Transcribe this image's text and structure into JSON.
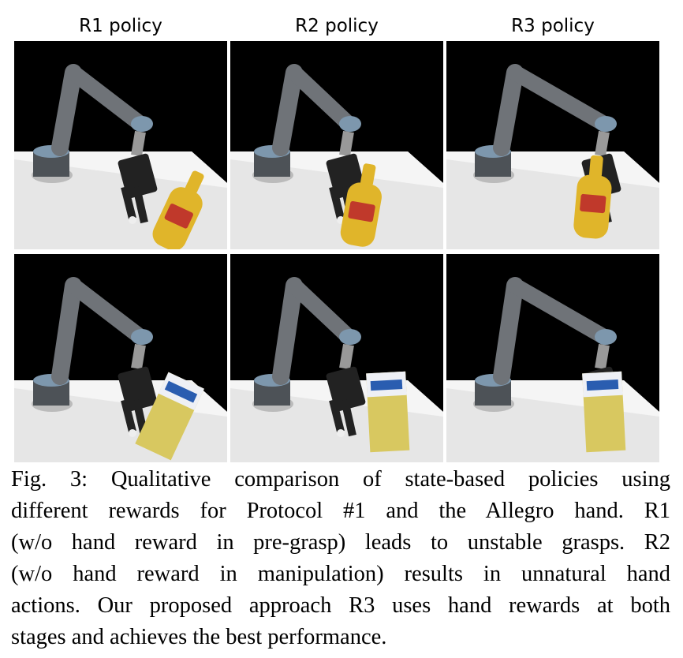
{
  "column_titles": [
    "R1 policy",
    "R2 policy",
    "R3 policy"
  ],
  "panels": [
    {
      "row": 0,
      "col": 0,
      "policy": "R1",
      "object_icon": "mustard-bottle-icon"
    },
    {
      "row": 0,
      "col": 1,
      "policy": "R2",
      "object_icon": "mustard-bottle-icon"
    },
    {
      "row": 0,
      "col": 2,
      "policy": "R3",
      "object_icon": "mustard-bottle-icon"
    },
    {
      "row": 1,
      "col": 0,
      "policy": "R1",
      "object_icon": "sugar-box-icon"
    },
    {
      "row": 1,
      "col": 1,
      "policy": "R2",
      "object_icon": "sugar-box-icon"
    },
    {
      "row": 1,
      "col": 2,
      "policy": "R3",
      "object_icon": "sugar-box-icon"
    }
  ],
  "caption": {
    "lines": [
      "Fig. 3: Qualitative comparison of state-based policies using",
      "different rewards for Protocol #1 and the Allegro hand. R1",
      "(w/o hand reward in pre-grasp) leads to unstable grasps. R2",
      "(w/o hand reward in manipulation) results in unnatural hand",
      "actions. Our proposed approach R3 uses hand rewards at both",
      "stages and achieves the best performance."
    ]
  },
  "colors": {
    "arm": "#6f7378",
    "joint_cap": "#7d97ad",
    "hand": "#222222",
    "mustard": "#e0b52a",
    "box": "#d8c860",
    "floor": "#e6e6e6"
  }
}
